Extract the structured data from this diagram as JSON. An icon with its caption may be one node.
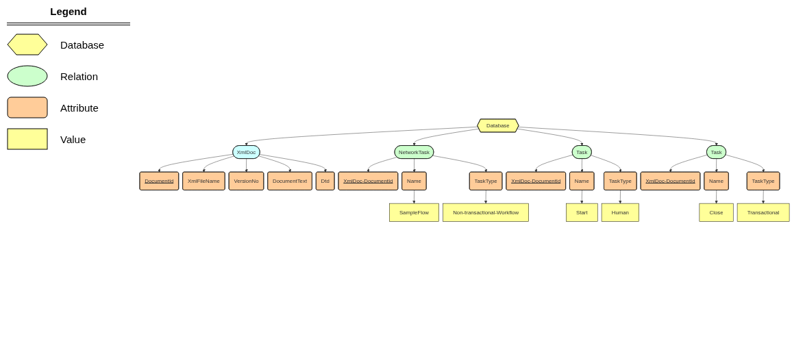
{
  "diagram": {
    "nodes": [
      {
        "text": [
          "Database"
        ]
      },
      {
        "text": [
          "XmlDoc"
        ]
      },
      {
        "text": [
          "DocumentId"
        ]
      },
      {
        "text": [
          "XmlFileName"
        ]
      },
      {
        "text": [
          "VersionNo"
        ]
      },
      {
        "text": [
          "DocumentText"
        ]
      },
      {
        "text": [
          "Dtd"
        ]
      },
      {
        "text": [
          "NetworkTask"
        ]
      },
      {
        "text": [
          "XmlDoc-DocumentId"
        ]
      },
      {
        "text": [
          "Name"
        ]
      },
      {
        "text": [
          "TaskType"
        ]
      },
      {
        "text": [
          "SampleFlow"
        ]
      },
      {
        "text": [
          "Non-transactional-Workflow"
        ]
      },
      {
        "text": [
          "Task"
        ]
      },
      {
        "text": [
          "XmlDoc-DocumentId"
        ]
      },
      {
        "text": [
          "Name"
        ]
      },
      {
        "text": [
          "TaskType"
        ]
      },
      {
        "text": [
          "Start"
        ]
      },
      {
        "text": [
          "Human"
        ]
      },
      {
        "text": [
          "Task"
        ]
      },
      {
        "text": [
          "XmlDoc-DocumentId"
        ]
      },
      {
        "text": [
          "Name"
        ]
      },
      {
        "text": [
          "TaskType"
        ]
      },
      {
        "text": [
          "Close"
        ]
      },
      {
        "text": [
          "Transactional"
        ]
      }
    ],
    "edges": [
      {
        "from": 0,
        "to": 1,
        "arrow": "to"
      },
      {
        "from": 0,
        "to": 7,
        "arrow": "to"
      },
      {
        "from": 0,
        "to": 13,
        "arrow": "to"
      },
      {
        "from": 0,
        "to": 19,
        "arrow": "to"
      },
      {
        "from": 1,
        "to": 2,
        "arrow": "to"
      },
      {
        "from": 1,
        "to": 3,
        "arrow": "to"
      },
      {
        "from": 1,
        "to": 4,
        "arrow": "to"
      },
      {
        "from": 1,
        "to": 5,
        "arrow": "to"
      },
      {
        "from": 1,
        "to": 6,
        "arrow": "to"
      },
      {
        "from": 7,
        "to": 8,
        "arrow": "to"
      },
      {
        "from": 7,
        "to": 9,
        "arrow": "to"
      },
      {
        "from": 7,
        "to": 10,
        "arrow": "to"
      },
      {
        "from": 9,
        "to": 11,
        "arrow": "to"
      },
      {
        "from": 10,
        "to": 12,
        "arrow": "to"
      },
      {
        "from": 13,
        "to": 14,
        "arrow": "to"
      },
      {
        "from": 13,
        "to": 15,
        "arrow": "to"
      },
      {
        "from": 13,
        "to": 16,
        "arrow": "to"
      },
      {
        "from": 15,
        "to": 17,
        "arrow": "to"
      },
      {
        "from": 16,
        "to": 18,
        "arrow": "to"
      },
      {
        "from": 19,
        "to": 20,
        "arrow": "to"
      },
      {
        "from": 19,
        "to": 21,
        "arrow": "to"
      },
      {
        "from": 19,
        "to": 22,
        "arrow": "to"
      },
      {
        "from": 21,
        "to": 23,
        "arrow": "to"
      },
      {
        "from": 22,
        "to": 24,
        "arrow": "to"
      }
    ],
    "labels": [
      "Legend"
    ],
    "legend": [
      {
        "text": "Database",
        "color": "#ffff99"
      },
      {
        "text": "Relation",
        "color": "#ccffcc"
      },
      {
        "text": "Attribute",
        "color": "#ffcc99"
      },
      {
        "text": "Value",
        "color": "#ffff99"
      }
    ]
  }
}
